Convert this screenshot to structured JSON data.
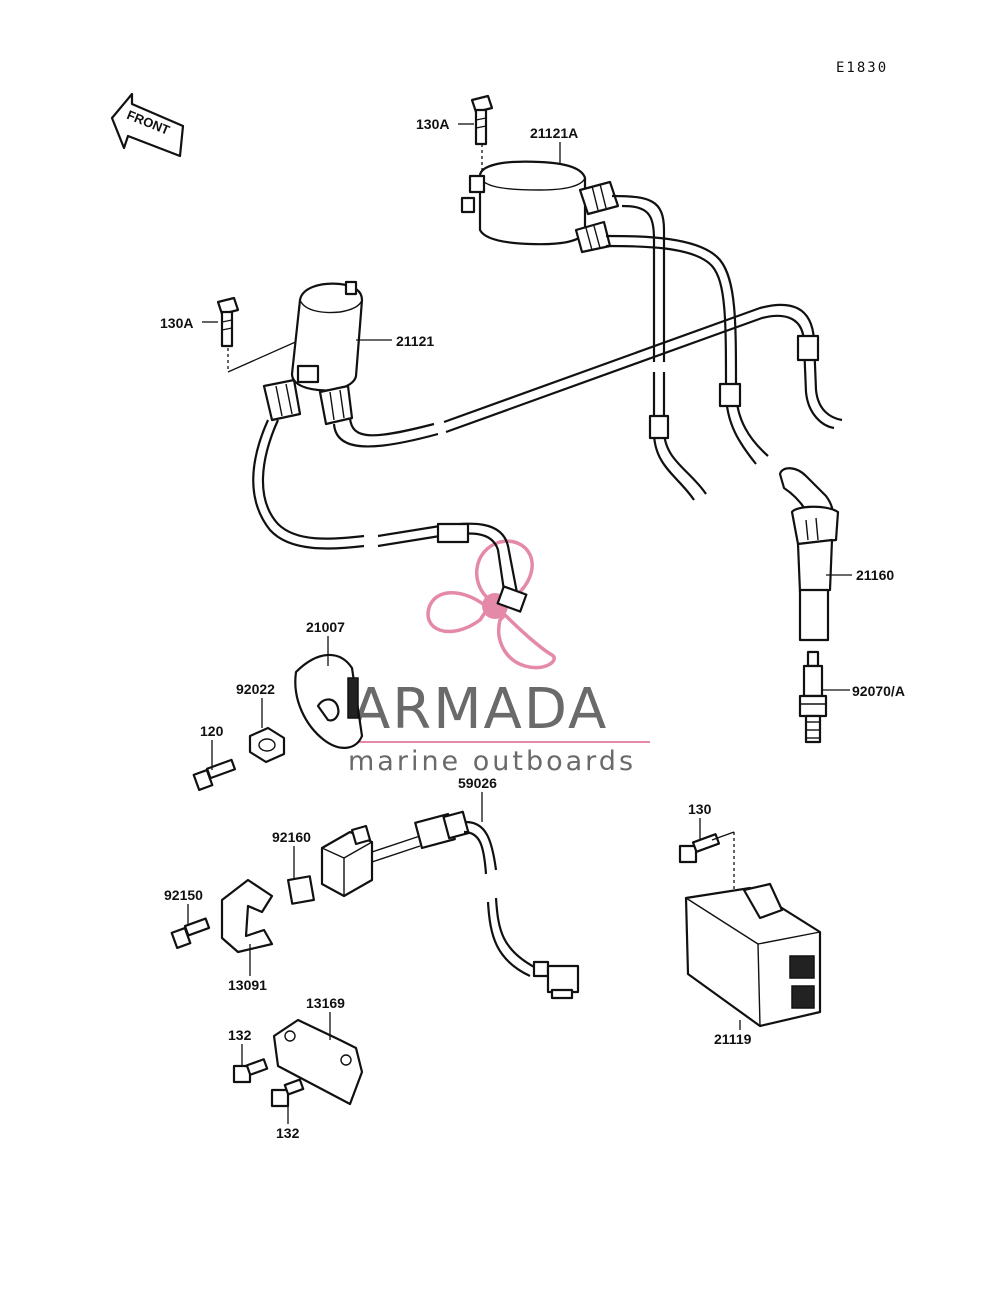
{
  "diagram_code": "E1830",
  "front_label": "FRONT",
  "watermark": {
    "brand": "ARMADA",
    "tagline": "marine outboards",
    "logo_color": "#e48aa8",
    "text_color": "#6a6a6a"
  },
  "parts": [
    {
      "id": "130A-top",
      "label": "130A"
    },
    {
      "id": "21121A",
      "label": "21121A"
    },
    {
      "id": "130A-left",
      "label": "130A"
    },
    {
      "id": "21121",
      "label": "21121"
    },
    {
      "id": "21160",
      "label": "21160"
    },
    {
      "id": "92070A",
      "label": "92070/A"
    },
    {
      "id": "21007",
      "label": "21007"
    },
    {
      "id": "92022",
      "label": "92022"
    },
    {
      "id": "120",
      "label": "120"
    },
    {
      "id": "59026",
      "label": "59026"
    },
    {
      "id": "130",
      "label": "130"
    },
    {
      "id": "92160",
      "label": "92160"
    },
    {
      "id": "92150",
      "label": "92150"
    },
    {
      "id": "13091",
      "label": "13091"
    },
    {
      "id": "13169",
      "label": "13169"
    },
    {
      "id": "132-a",
      "label": "132"
    },
    {
      "id": "132-b",
      "label": "132"
    },
    {
      "id": "21119",
      "label": "21119"
    }
  ]
}
